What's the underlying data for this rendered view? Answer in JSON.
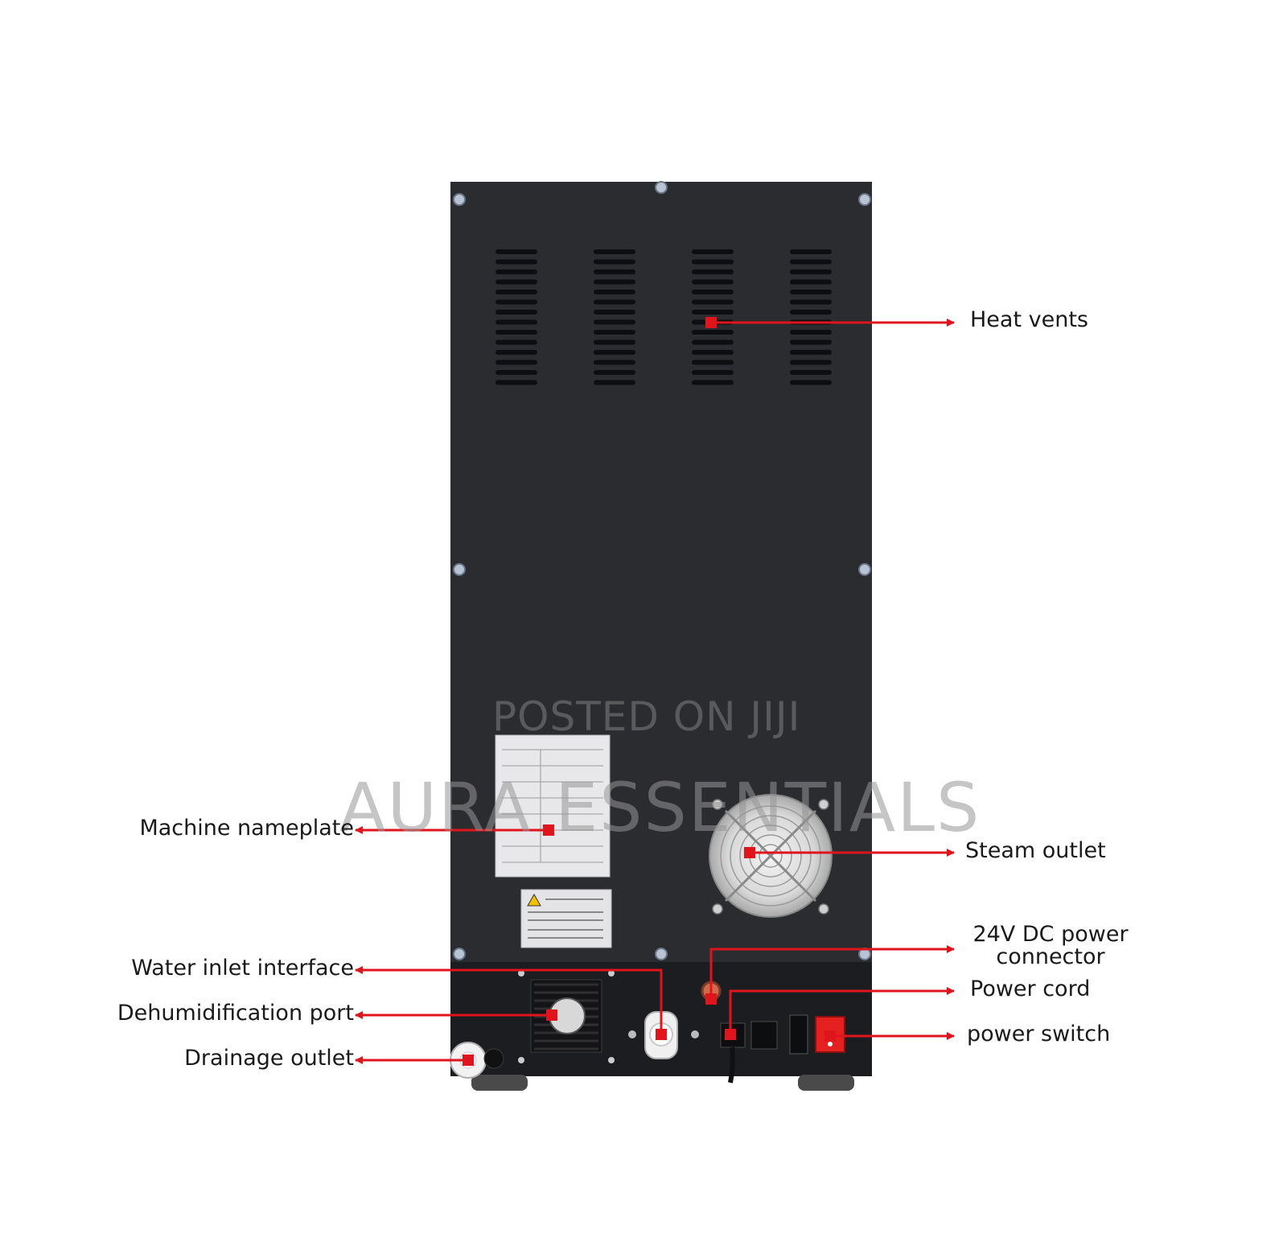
{
  "labels": {
    "heat_vents": "Heat vents",
    "machine_nameplate": "Machine nameplate",
    "steam_outlet": "Steam outlet",
    "dc_power_line1": "24V DC power",
    "dc_power_line2": "connector",
    "water_inlet": "Water inlet interface",
    "power_cord": "Power cord",
    "dehumidification": "Dehumidification port",
    "power_switch": "power switch",
    "drainage": "Drainage outlet"
  },
  "watermarks": {
    "top": "POSTED ON JIJI",
    "main": "AURA ESSENTIALS"
  },
  "colors": {
    "panel": "#2a2c2f",
    "lower_panel": "#1c1d20",
    "callout": "#e0141c",
    "label_text": "#1a1a1a"
  }
}
